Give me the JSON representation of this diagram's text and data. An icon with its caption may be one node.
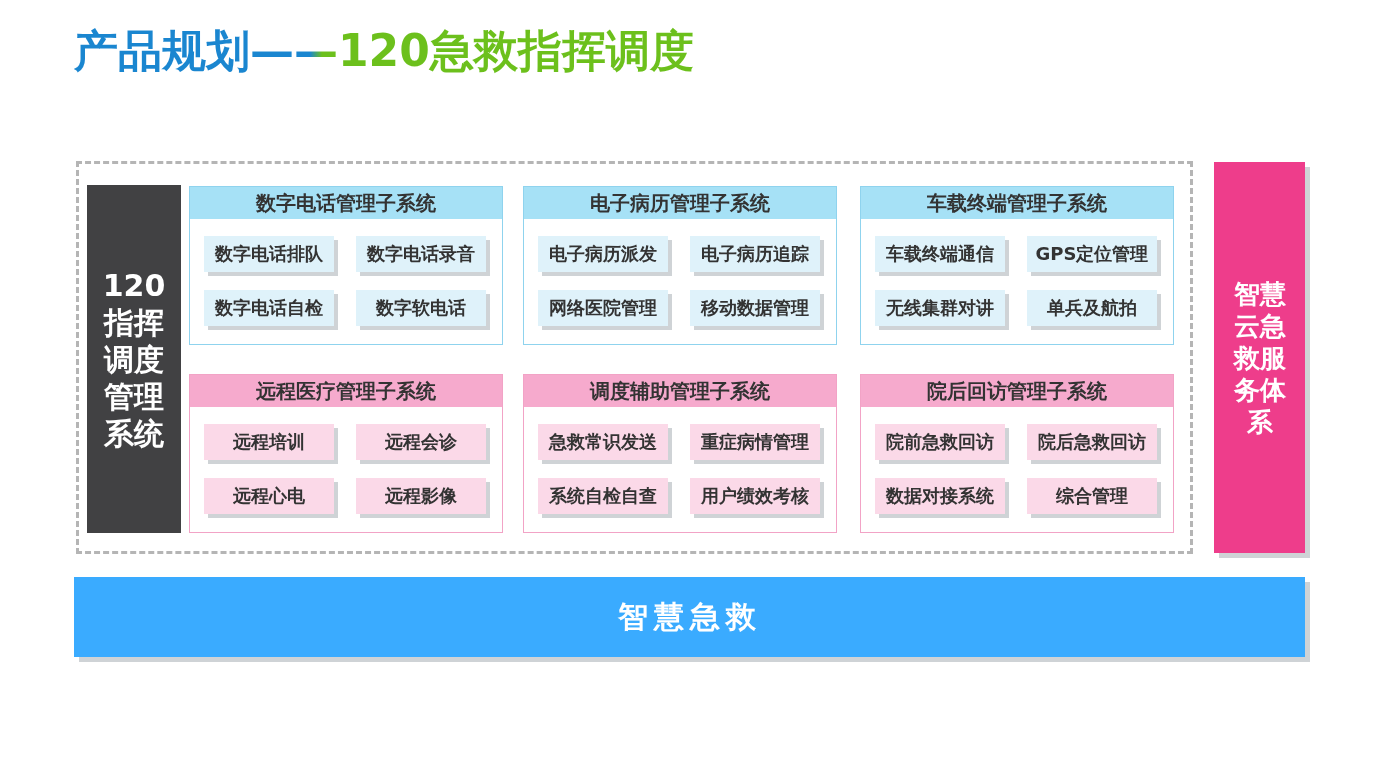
{
  "diagram": {
    "title": "产品规划——120急救指挥调度",
    "nodes": [
      {
        "text": [],
        "shape": "box"
      },
      {
        "text": [
          "120指挥调度管理系统"
        ],
        "in": 0
      },
      {
        "text": [
          "数字电话管理子系统"
        ],
        "in": 0
      },
      {
        "text": [
          "数字电话排队"
        ],
        "in": 2
      },
      {
        "text": [
          "数字电话录音"
        ],
        "in": 2
      },
      {
        "text": [
          "数字电话自检"
        ],
        "in": 2
      },
      {
        "text": [
          "数字软电话"
        ],
        "in": 2
      },
      {
        "text": [
          "电子病历管理子系统"
        ],
        "in": 0
      },
      {
        "text": [
          "电子病历派发"
        ],
        "in": 7
      },
      {
        "text": [
          "电子病历追踪"
        ],
        "in": 7
      },
      {
        "text": [
          "网络医院管理"
        ],
        "in": 7
      },
      {
        "text": [
          "移动数据管理"
        ],
        "in": 7
      },
      {
        "text": [
          "车载终端管理子系统"
        ],
        "in": 0
      },
      {
        "text": [
          "车载终端通信"
        ],
        "in": 12
      },
      {
        "text": [
          "GPS定位管理"
        ],
        "in": 12
      },
      {
        "text": [
          "无线集群对讲"
        ],
        "in": 12
      },
      {
        "text": [
          "单兵及航拍"
        ],
        "in": 12
      },
      {
        "text": [
          "远程医疗管理子系统"
        ],
        "in": 0
      },
      {
        "text": [
          "远程培训"
        ],
        "in": 17
      },
      {
        "text": [
          "远程会诊"
        ],
        "in": 17
      },
      {
        "text": [
          "远程心电"
        ],
        "in": 17
      },
      {
        "text": [
          "远程影像"
        ],
        "in": 17
      },
      {
        "text": [
          "调度辅助管理子系统"
        ],
        "in": 0
      },
      {
        "text": [
          "急救常识发送"
        ],
        "in": 22
      },
      {
        "text": [
          "重症病情管理"
        ],
        "in": 22
      },
      {
        "text": [
          "系统自检自查"
        ],
        "in": 22
      },
      {
        "text": [
          "用户绩效考核"
        ],
        "in": 22
      },
      {
        "text": [
          "院后回访管理子系统"
        ],
        "in": 0
      },
      {
        "text": [
          "院前急救回访"
        ],
        "in": 27
      },
      {
        "text": [
          "院后急救回访"
        ],
        "in": 27
      },
      {
        "text": [
          "数据对接系统"
        ],
        "in": 27
      },
      {
        "text": [
          "综合管理"
        ],
        "in": 27
      },
      {
        "text": [
          "智慧云急救服务体系"
        ]
      },
      {
        "text": [
          "智慧急救"
        ]
      }
    ],
    "edges": []
  }
}
